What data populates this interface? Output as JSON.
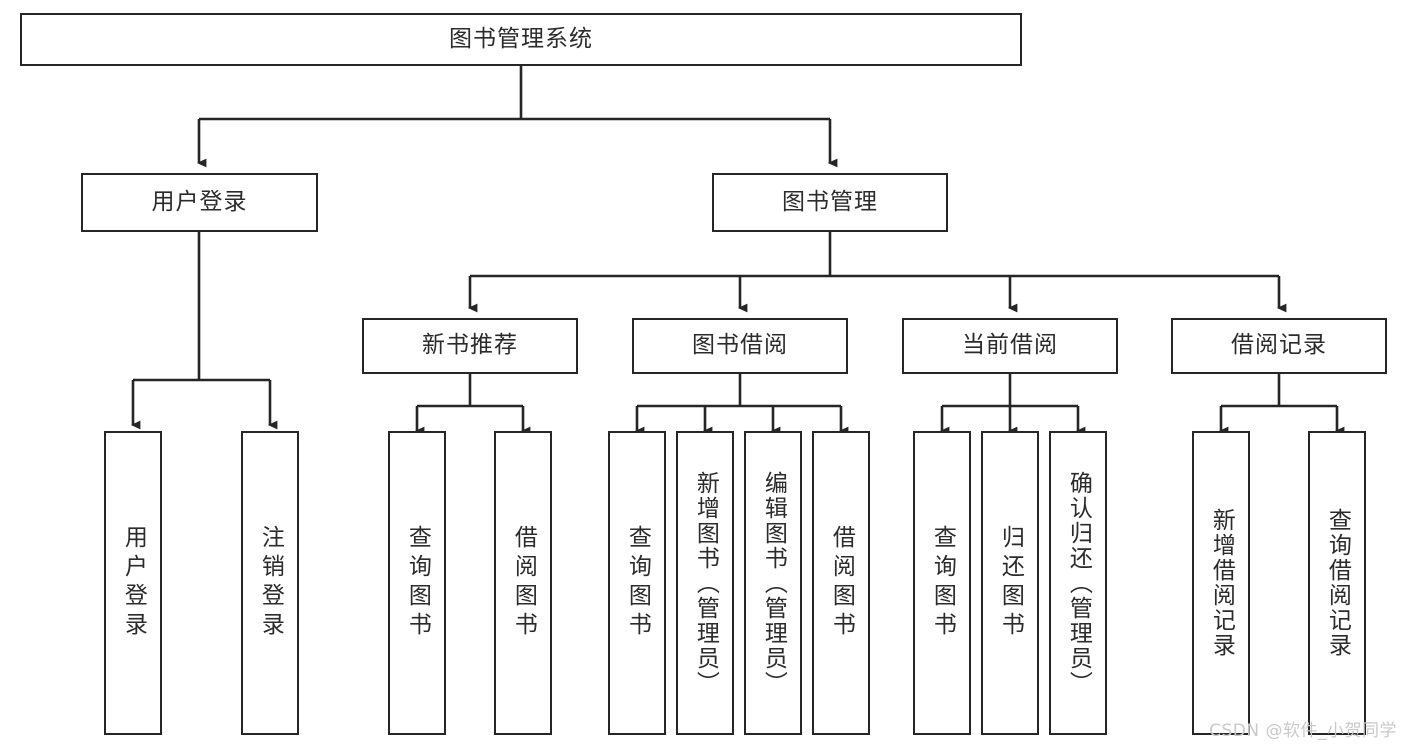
{
  "diagram": {
    "type": "tree-hierarchy",
    "title": "图书管理系统",
    "root": {
      "id": "root",
      "label": "图书管理系统"
    },
    "level2": [
      {
        "id": "user-login",
        "label": "用户登录"
      },
      {
        "id": "book-management",
        "label": "图书管理"
      }
    ],
    "level3": [
      {
        "id": "new-book-recommend",
        "label": "新书推荐",
        "parent": "book-management"
      },
      {
        "id": "book-borrow",
        "label": "图书借阅",
        "parent": "book-management"
      },
      {
        "id": "current-borrow",
        "label": "当前借阅",
        "parent": "book-management"
      },
      {
        "id": "borrow-record",
        "label": "借阅记录",
        "parent": "book-management"
      }
    ],
    "leaves": {
      "user_login": [
        {
          "id": "leaf-user-login",
          "label": "用户登录"
        },
        {
          "id": "leaf-user-logout",
          "label": "注销登录"
        }
      ],
      "new_book_recommend": [
        {
          "id": "leaf-query-book-1",
          "label": "查询图书"
        },
        {
          "id": "leaf-borrow-book-1",
          "label": "借阅图书"
        }
      ],
      "book_borrow": [
        {
          "id": "leaf-query-book-2",
          "label": "查询图书"
        },
        {
          "id": "leaf-add-book",
          "label": "新增图书（管理员）"
        },
        {
          "id": "leaf-edit-book",
          "label": "编辑图书（管理员）"
        },
        {
          "id": "leaf-borrow-book-2",
          "label": "借阅图书"
        }
      ],
      "current_borrow": [
        {
          "id": "leaf-query-book-3",
          "label": "查询图书"
        },
        {
          "id": "leaf-return-book",
          "label": "归还图书"
        },
        {
          "id": "leaf-confirm-return",
          "label": "确认归还（管理员）"
        }
      ],
      "borrow_record": [
        {
          "id": "leaf-add-record",
          "label": "新增借阅记录"
        },
        {
          "id": "leaf-query-record",
          "label": "查询借阅记录"
        }
      ]
    }
  },
  "watermark": {
    "text": "CSDN @软件_小贺同学"
  },
  "colors": {
    "stroke": "#262626",
    "text": "#2b2b2b",
    "background": "#ffffff",
    "watermark": "#c9c9c9"
  }
}
